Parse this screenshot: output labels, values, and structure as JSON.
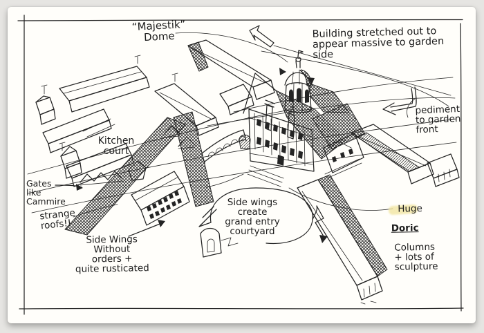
{
  "colors": {
    "ink": "#242424",
    "paper": "#fffefa",
    "backdrop": "#e6e5e2",
    "highlight": "#f1e49c"
  },
  "annotations": {
    "majestic_dome": "“Majestik”\nDome",
    "building_stretched": "Building stretched out to\nappear massive to garden\nside",
    "pediment": "pediment\nto garden\nfront",
    "kitchen_court": "Kitchen\ncourt",
    "gates": "Gates\nlike\nCammire",
    "strange_roofs": "strange\nroofs!!",
    "side_wings_rusticated": "Side Wings\nWithout\norders +\nquite rusticated",
    "side_wings_courtyard": "Side wings\ncreate\ngrand entry\ncourtyard",
    "huge": "Huge",
    "doric": "Doric",
    "columns_sculpture": "Columns\n+ lots of\nsculpture"
  }
}
